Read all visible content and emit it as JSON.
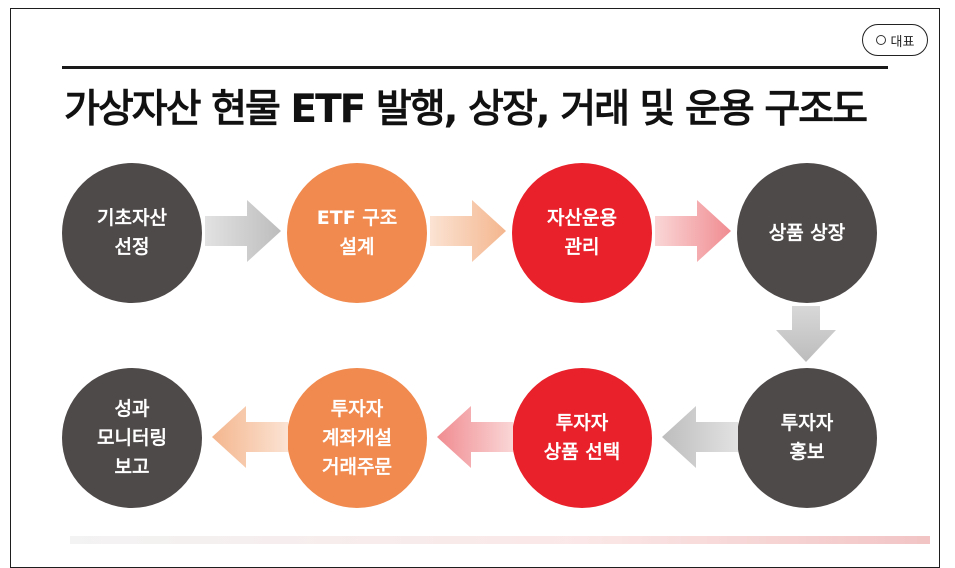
{
  "badge": {
    "label": "대표"
  },
  "title": "가상자산 현물 ETF 발행, 상장, 거래 및 운용 구조도",
  "steps": [
    {
      "label": "기초자산\n선정"
    },
    {
      "label": "ETF 구조\n설계"
    },
    {
      "label": "자산운용\n관리"
    },
    {
      "label": "상품 상장"
    },
    {
      "label": "투자자\n홍보"
    },
    {
      "label": "투자자\n상품 선택"
    },
    {
      "label": "투자자\n계좌개설\n거래주문"
    },
    {
      "label": "성과\n모니터링\n보고"
    }
  ],
  "colors": {
    "dark": "#4f4a4a",
    "orange": "#f08a4f",
    "red": "#e8212a",
    "arrow_gray": "#c9c9c9",
    "arrow_peach": "#f6c7a8",
    "arrow_pink": "#f2a0a4"
  }
}
